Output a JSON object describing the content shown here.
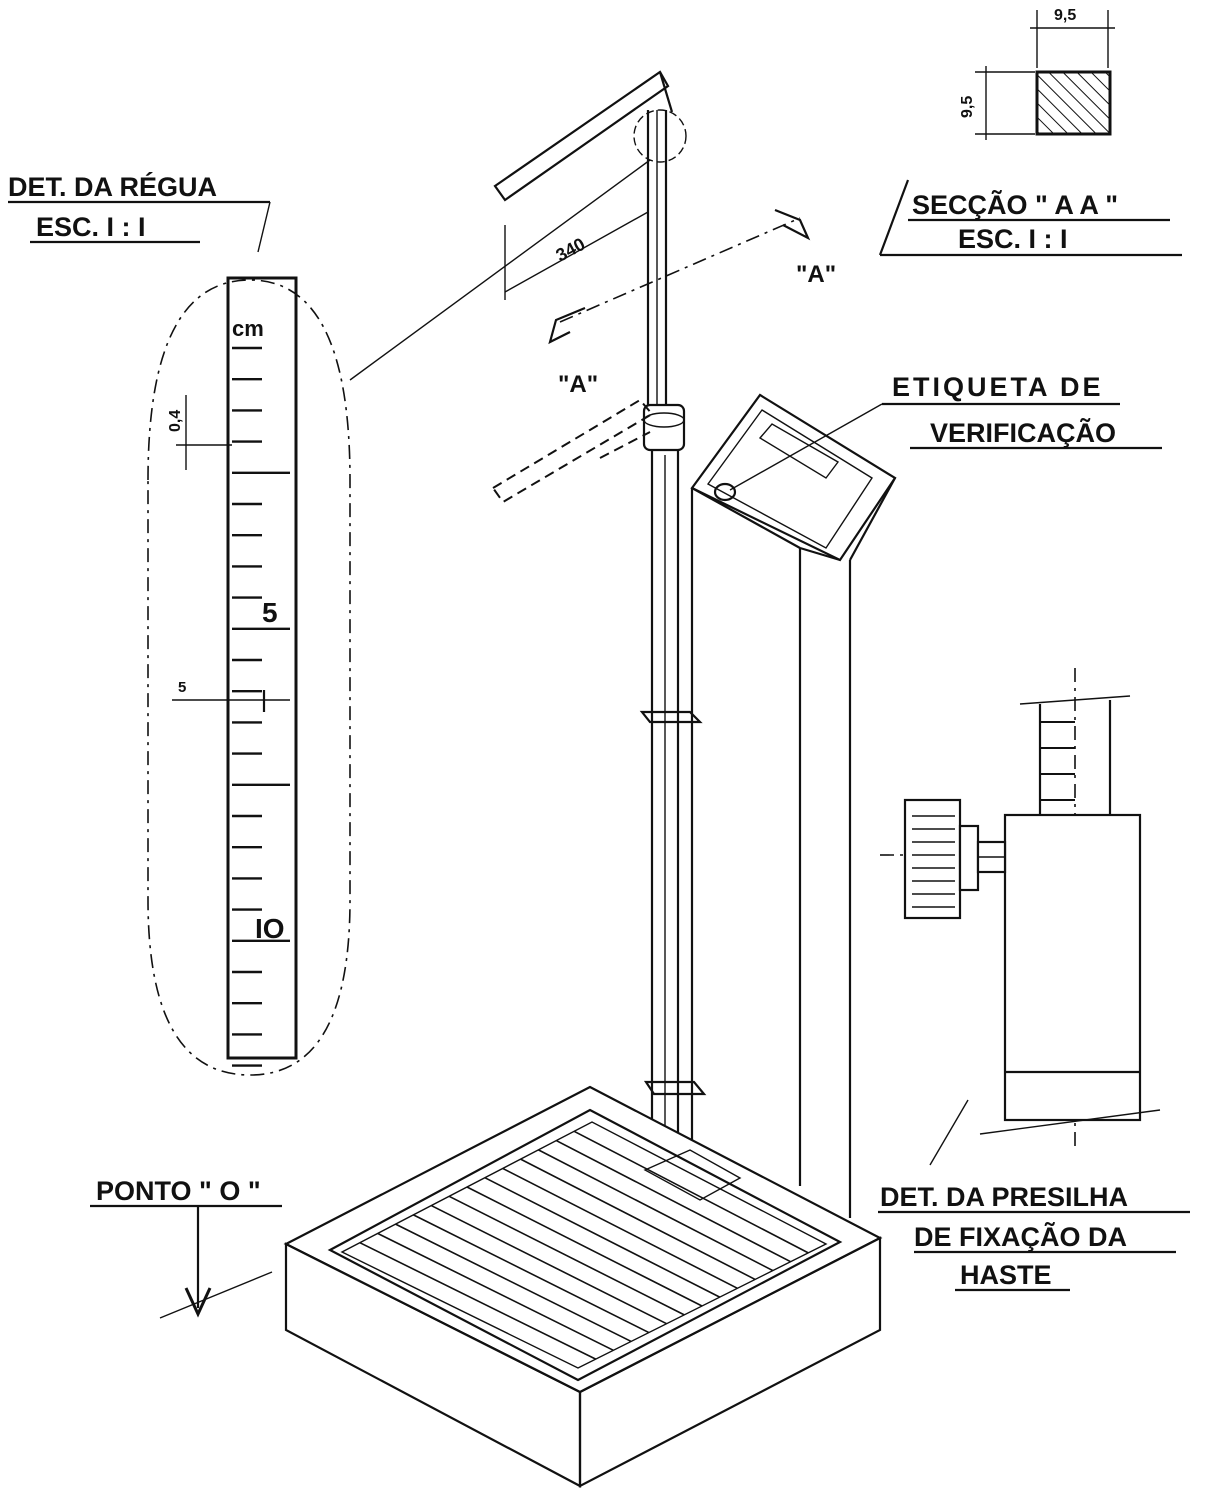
{
  "ruler_detail": {
    "title": "DET. DA RÉGUA",
    "scale": "ESC. I : I",
    "unit": "cm",
    "tick_label_5": "5",
    "tick_label_10": "IO",
    "dim_step": "0,4",
    "dim_5": "5"
  },
  "section": {
    "title": "SECÇÃO \" A A \"",
    "scale": "ESC. I : I",
    "width": "9,5",
    "height": "9,5"
  },
  "headpiece": {
    "length": "340",
    "cut_mark_top": "\"A\"",
    "cut_mark_bottom": "\"A\""
  },
  "label_tag": {
    "line1": "ETIQUETA DE",
    "line2": "VERIFICAÇÃO"
  },
  "clamp_detail": {
    "line1": "DET. DA PRESILHA",
    "line2": "DE FIXAÇÃO DA",
    "line3": "HASTE"
  },
  "zero_point": {
    "label": "PONTO \" O \""
  }
}
